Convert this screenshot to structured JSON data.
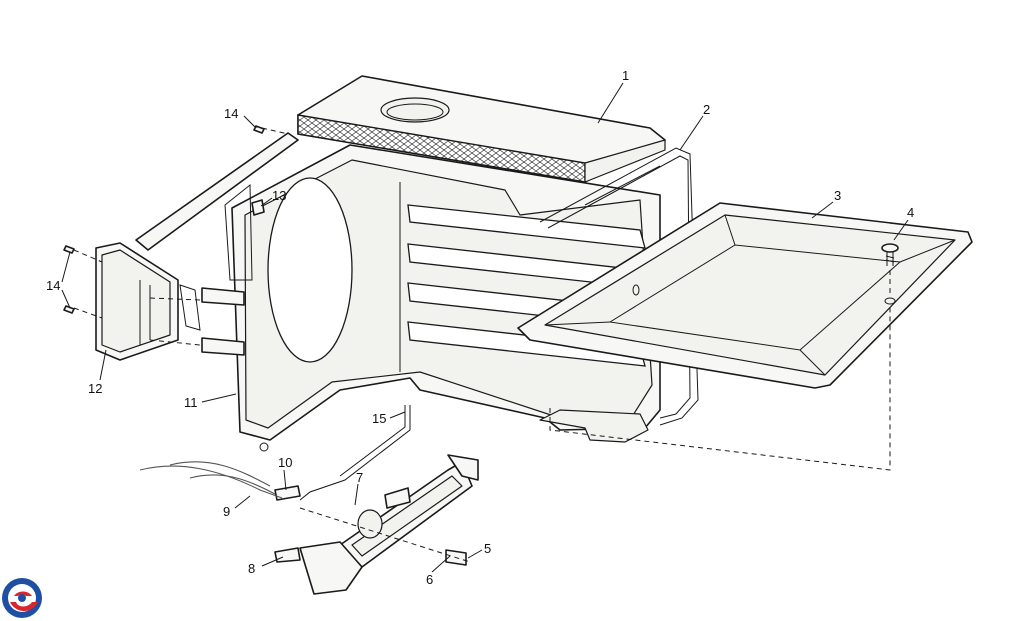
{
  "diagram": {
    "callouts": [
      {
        "id": "c1",
        "text": "1"
      },
      {
        "id": "c2",
        "text": "2"
      },
      {
        "id": "c3",
        "text": "3"
      },
      {
        "id": "c4",
        "text": "4"
      },
      {
        "id": "c5",
        "text": "5"
      },
      {
        "id": "c6",
        "text": "6"
      },
      {
        "id": "c7",
        "text": "7"
      },
      {
        "id": "c8",
        "text": "8"
      },
      {
        "id": "c9",
        "text": "9"
      },
      {
        "id": "c10",
        "text": "10"
      },
      {
        "id": "c11",
        "text": "11"
      },
      {
        "id": "c12",
        "text": "12"
      },
      {
        "id": "c13",
        "text": "13"
      },
      {
        "id": "c14a",
        "text": "14"
      },
      {
        "id": "c14b",
        "text": "14"
      },
      {
        "id": "c15",
        "text": "15"
      }
    ]
  },
  "logo": {
    "name": "brand-logo",
    "colors": [
      "#1f4fa3",
      "#d8262c"
    ]
  }
}
